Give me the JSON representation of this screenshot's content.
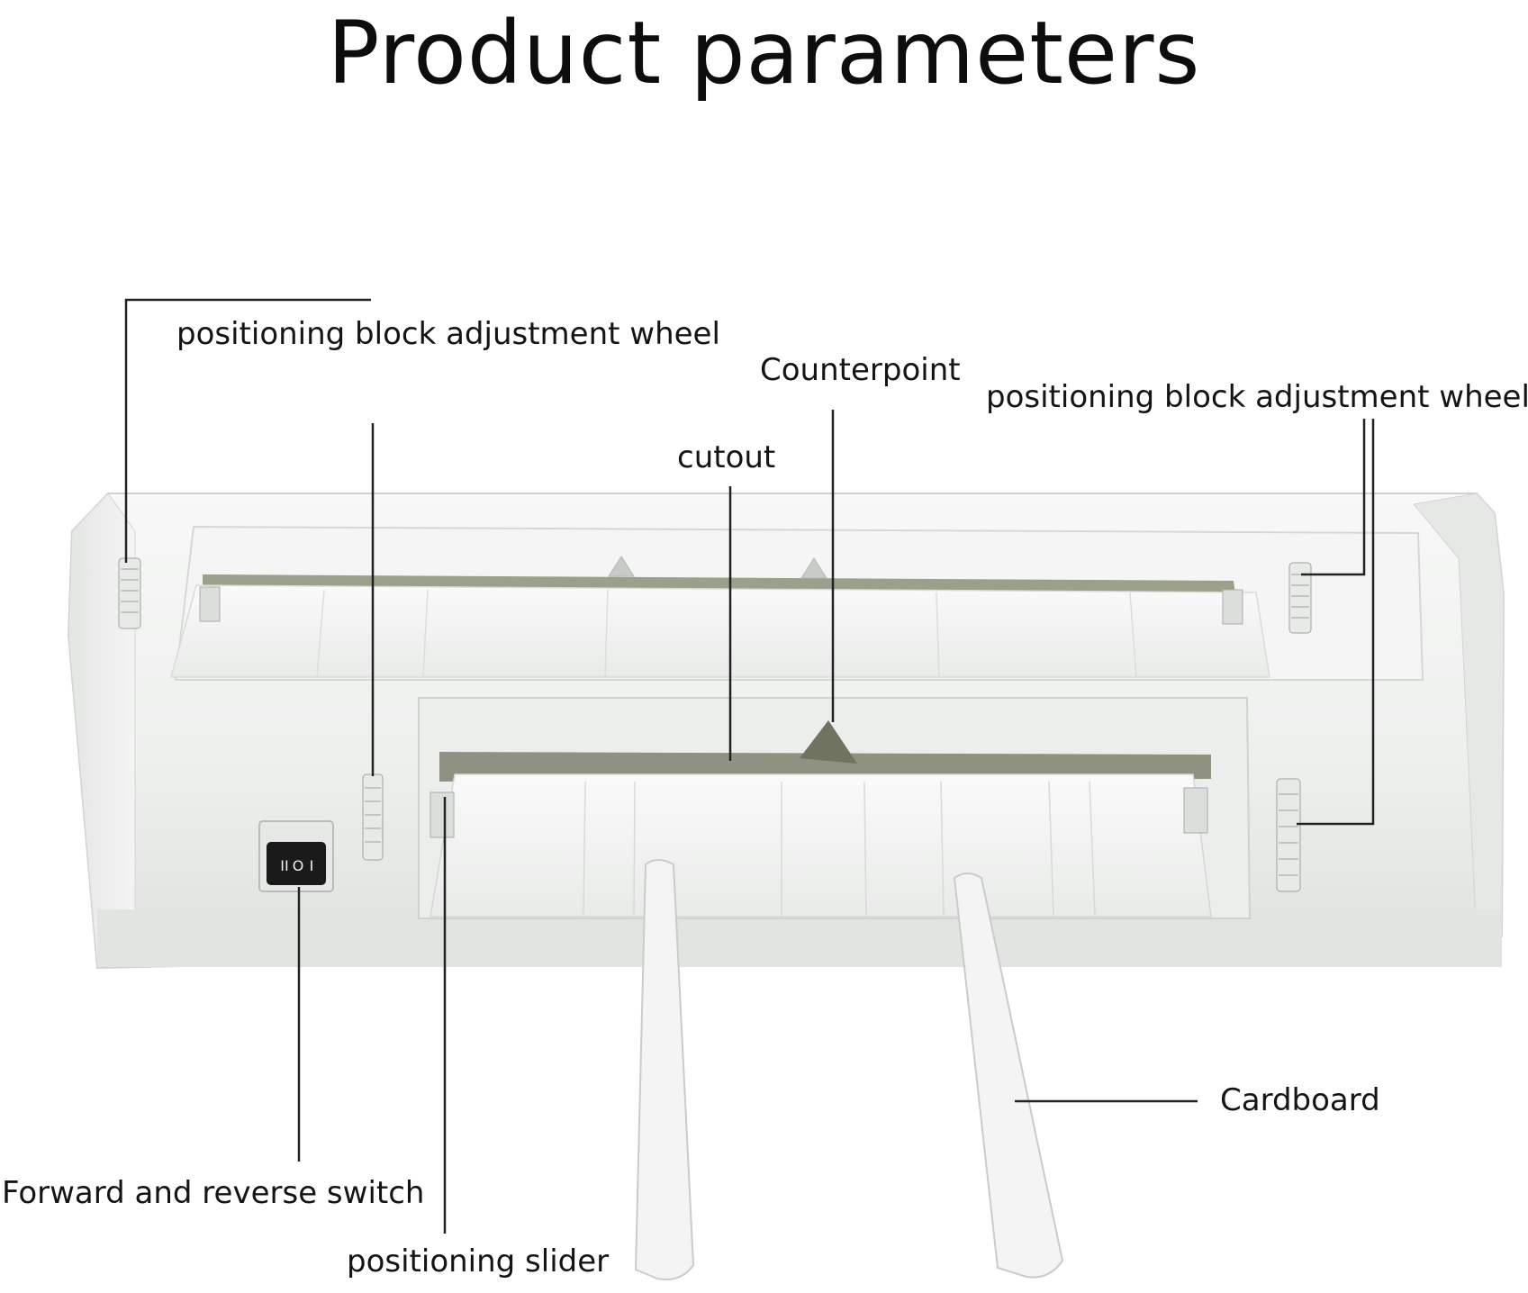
{
  "title": "Product parameters",
  "labels": {
    "wheel_left": "positioning block adjustment wheel",
    "counterpoint": "Counterpoint",
    "wheel_right": "positioning block adjustment wheel",
    "cutout": "cutout",
    "cardboard": "Cardboard",
    "switch": "Forward and reverse switch",
    "slider": "positioning slider"
  },
  "switch_symbols": {
    "a": "II",
    "b": "O",
    "c": "I"
  },
  "colors": {
    "body": "#f1f2f1",
    "body_shadow": "#d9dbd9",
    "slot": "#8f9280",
    "switch": "#1a1a1a",
    "line": "#222222"
  }
}
